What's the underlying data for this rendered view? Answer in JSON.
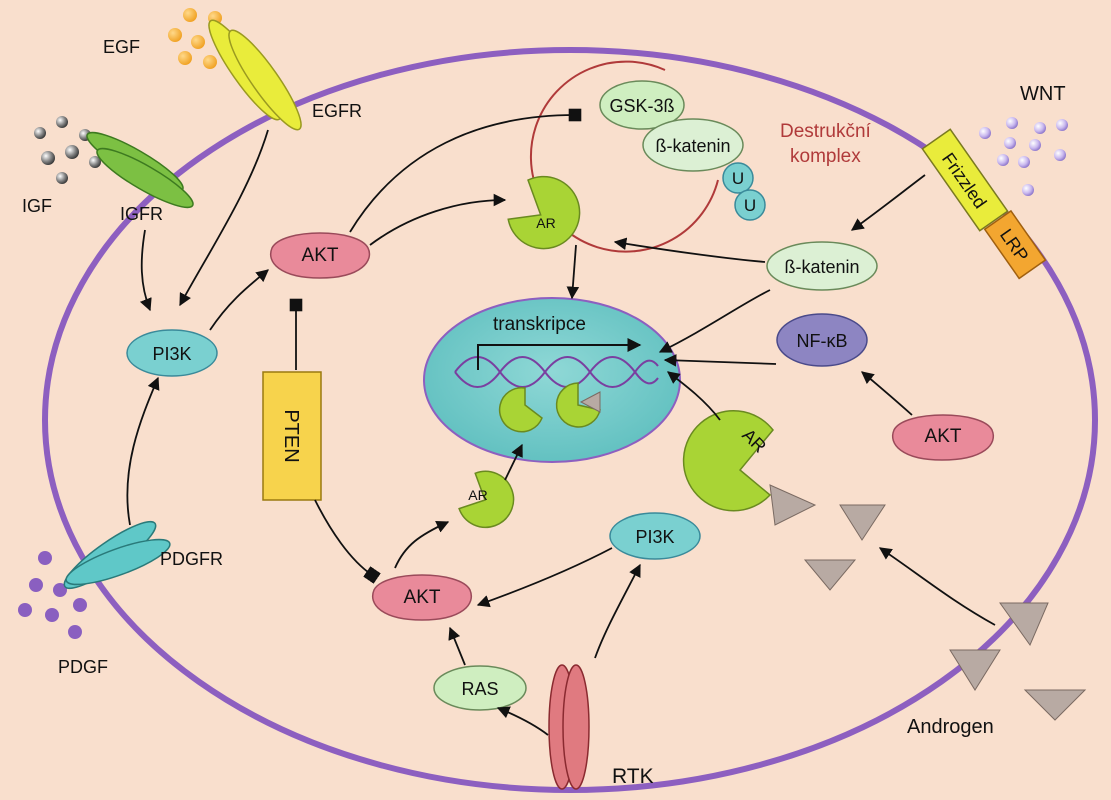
{
  "labels": {
    "egf": "EGF",
    "egfr": "EGFR",
    "igf": "IGF",
    "igfr": "IGFR",
    "pdgf": "PDGF",
    "pdgfr": "PDGFR",
    "wnt": "WNT",
    "frizzled": "Frizzled",
    "lrp": "LRP",
    "pi3k_left": "PI3K",
    "pi3k_bottom": "PI3K",
    "akt_top": "AKT",
    "akt_right": "AKT",
    "akt_bottom": "AKT",
    "pten": "PTEN",
    "ras": "RAS",
    "rtk": "RTK",
    "ar_top": "AR",
    "ar_mid": "AR",
    "ar_right": "AR",
    "gsk": "GSK-3ß",
    "katenin_complex": "ß-katenin",
    "u1": "U",
    "u2": "U",
    "destrukcni_1": "Destrukční",
    "destrukcni_2": "komplex",
    "katenin_free": "ß-katenin",
    "nfkb": "NF-κB",
    "transkripce": "transkripce",
    "androgen": "Androgen"
  },
  "colors": {
    "background": "#f9dfcd",
    "membrane": "#8d5fc0",
    "nucleus": "#79cccc",
    "akt": "#e98a9a",
    "pi3k": "#7ad0d0",
    "ar": "#a9d435",
    "pten": "#f7d34c",
    "frizzled": "#e9ec3b",
    "lrp": "#f3a630",
    "nfkb": "#8d85c2",
    "androgen": "#b8aaa3",
    "katenin": "#dcf0d4",
    "ras": "#cfeec0",
    "complex_ring": "#b03a3a"
  }
}
